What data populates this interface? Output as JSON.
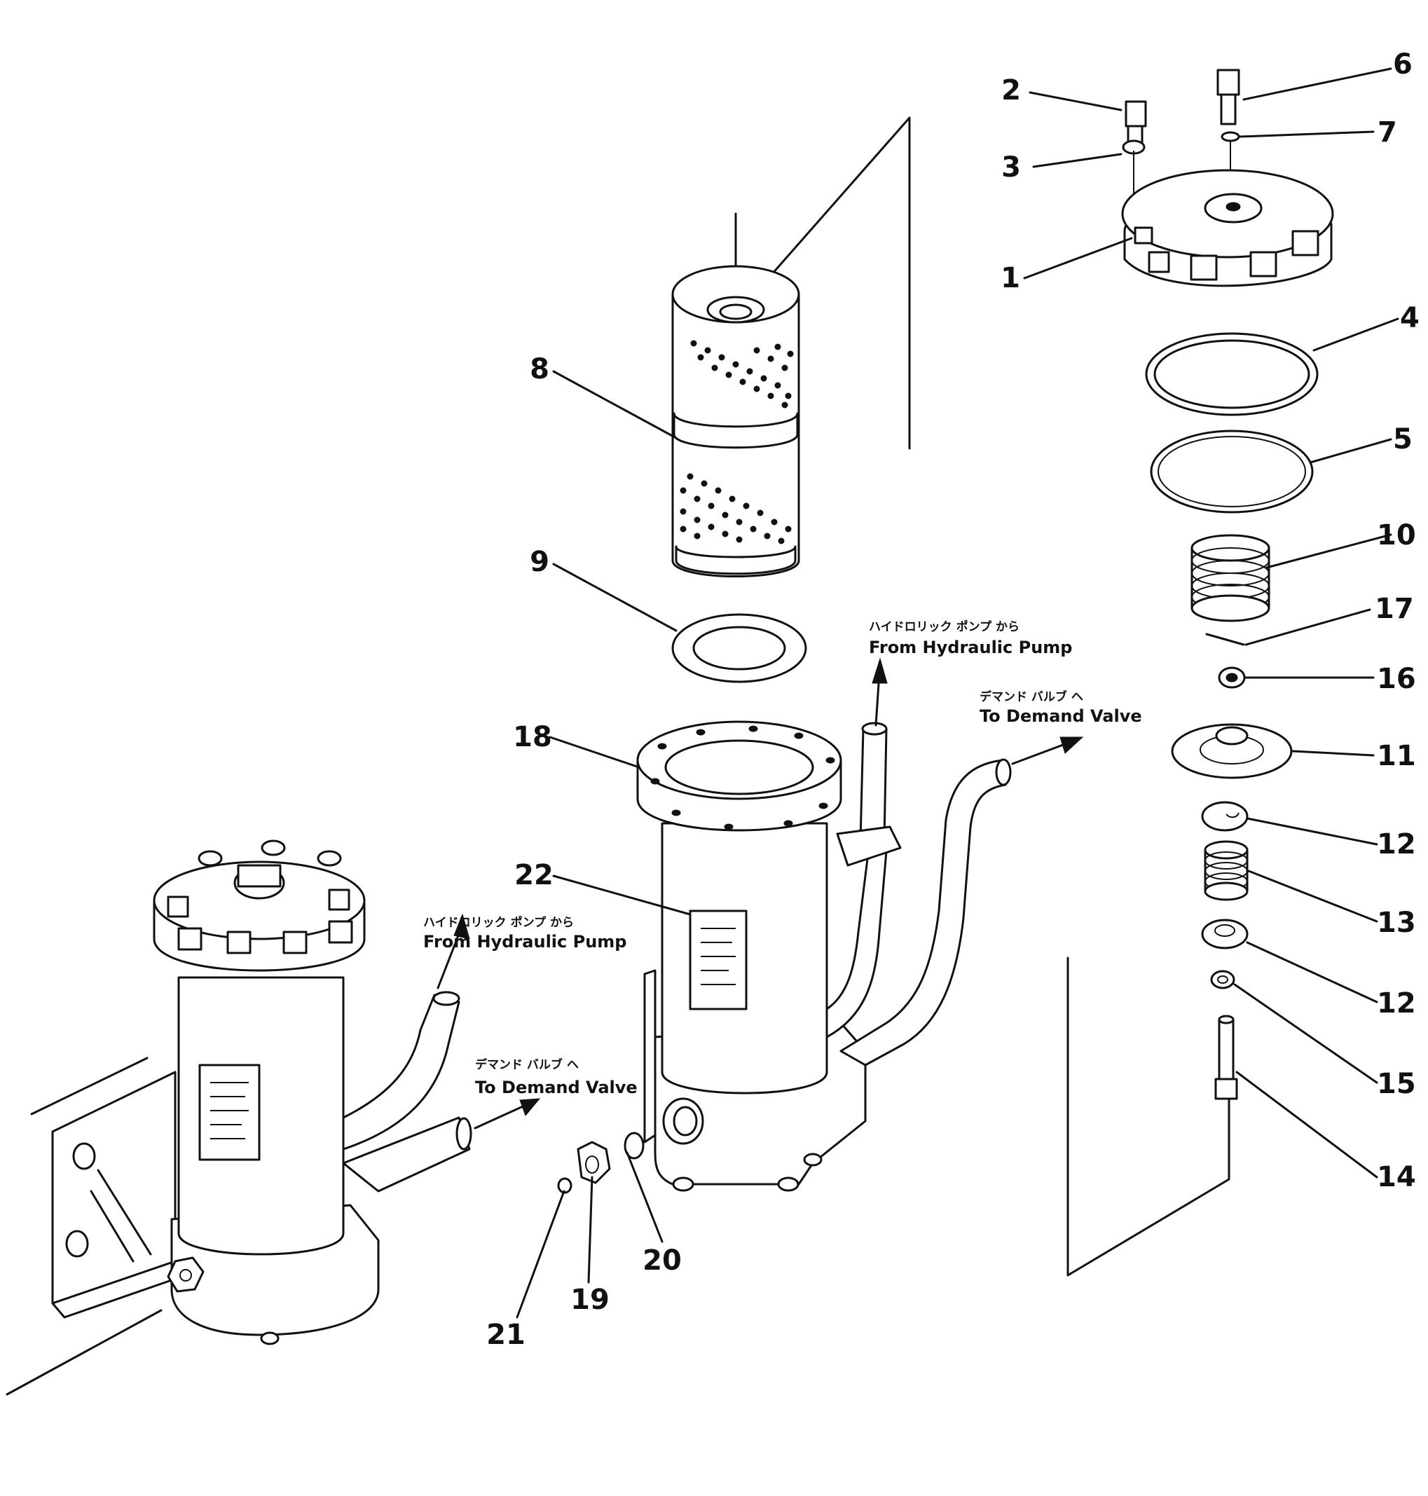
{
  "callouts": [
    "1",
    "2",
    "3",
    "4",
    "5",
    "6",
    "7",
    "8",
    "9",
    "10",
    "11",
    "12",
    "12",
    "13",
    "14",
    "15",
    "16",
    "17",
    "18",
    "19",
    "20",
    "21",
    "22"
  ],
  "flow_labels": {
    "from_pump_jp": "ハイドロリック ポンプ から",
    "from_pump_en": "From Hydraulic Pump",
    "to_valve_jp": "デマンド バルブ ヘ",
    "to_valve_en": "To Demand Valve"
  }
}
